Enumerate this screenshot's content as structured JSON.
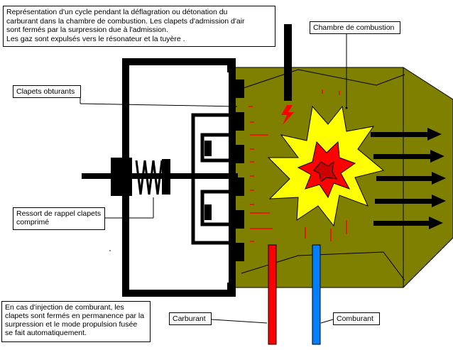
{
  "colors": {
    "chamber_fill": "#808000",
    "flame_outer": "#ffff00",
    "flame_inner": "#ff0000",
    "fuel_pipe": "#ff0000",
    "oxidizer_pipe": "#0080ff",
    "outline": "#000000",
    "background": "#ffffff"
  },
  "labels": {
    "description": "Représentation d'un cycle pendant la déflagration ou détonation du\ncarburant dans la chambre de combustion. Les clapets d'admission d'air\nsont fermés par la surpression due à l'admission.\nLes gaz sont expulsés vers  le résonateur et la tuyère .",
    "chambre": "Chambre de combustion",
    "clapets": "Clapets obturants",
    "ressort": "Ressort de rappel clapets\n comprimé",
    "comburant_note": "En cas d'injection de comburant, les\nclapets sont fermés en permanence par la\nsurpression  et le mode propulsion fusée\nse fait automatiquement.",
    "carburant": "Carburant",
    "comburant": "Comburant"
  },
  "icons": {
    "spark": "lightning-spark-icon",
    "explosion": "explosion-icon",
    "exhaust": "arrow-right-icon"
  }
}
